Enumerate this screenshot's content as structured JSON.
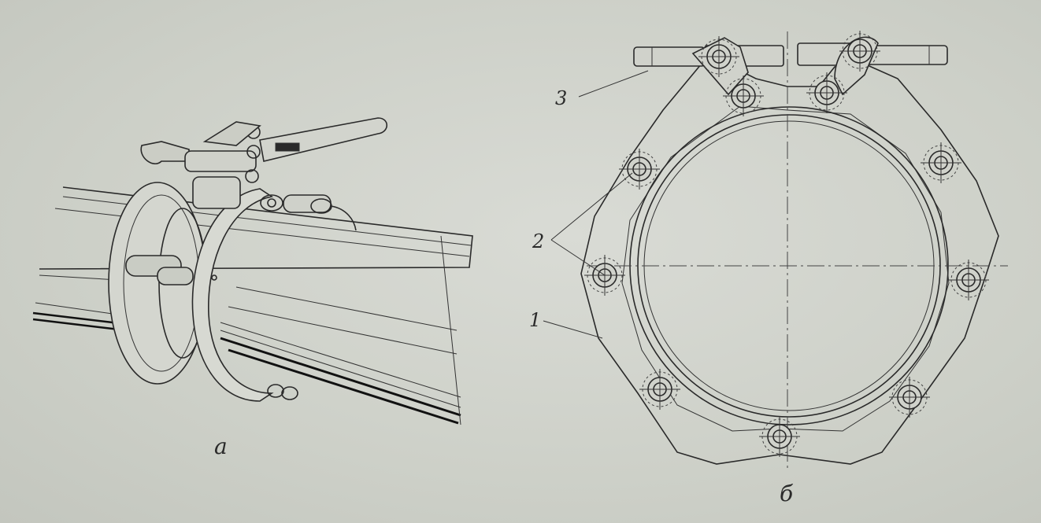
{
  "views": {
    "a": {
      "caption": "а"
    },
    "b": {
      "caption": "б",
      "callouts": [
        {
          "id": "1",
          "text": "1"
        },
        {
          "id": "2",
          "text": "2"
        },
        {
          "id": "3",
          "text": "3"
        }
      ]
    }
  }
}
